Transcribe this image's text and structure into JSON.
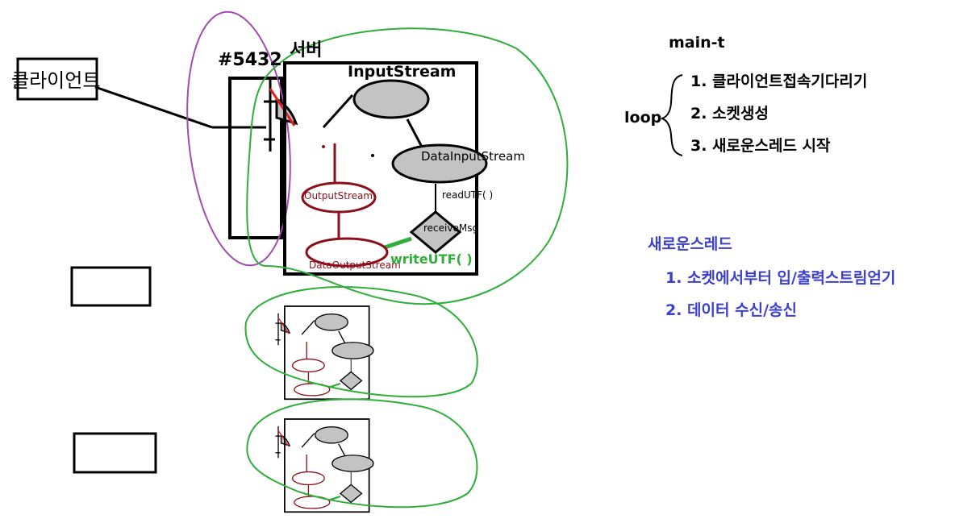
{
  "diagram": {
    "client_label": "클라이언트",
    "port_label": "#5432",
    "server_label": "서버",
    "input_stream": "InputStream",
    "data_input_stream": "DataInputStream",
    "output_stream": "OutputStream",
    "data_output_stream": "DataOutputStream",
    "read_utf": "readUTF( )",
    "receive_msg": "receiveMsg",
    "write_utf": "writeUTF( )",
    "colors": {
      "stroke": "#000000",
      "purple_loop": "#a24bb0",
      "green_loop": "#2fae3a",
      "dark_red": "#8b0f1a",
      "gray_fill": "#c3c3c3",
      "red_slash": "#e02020"
    }
  },
  "notes": {
    "main_title": "main-t",
    "loop_label": "loop",
    "steps": [
      "1. 클라이언트접속기다리기",
      "2. 소켓생성",
      "3. 새로운스레드 시작"
    ],
    "thread_title": "새로운스레드",
    "thread_steps": [
      "1. 소켓에서부터 입/출력스트림얻기",
      "2. 데이터 수신/송신"
    ]
  }
}
